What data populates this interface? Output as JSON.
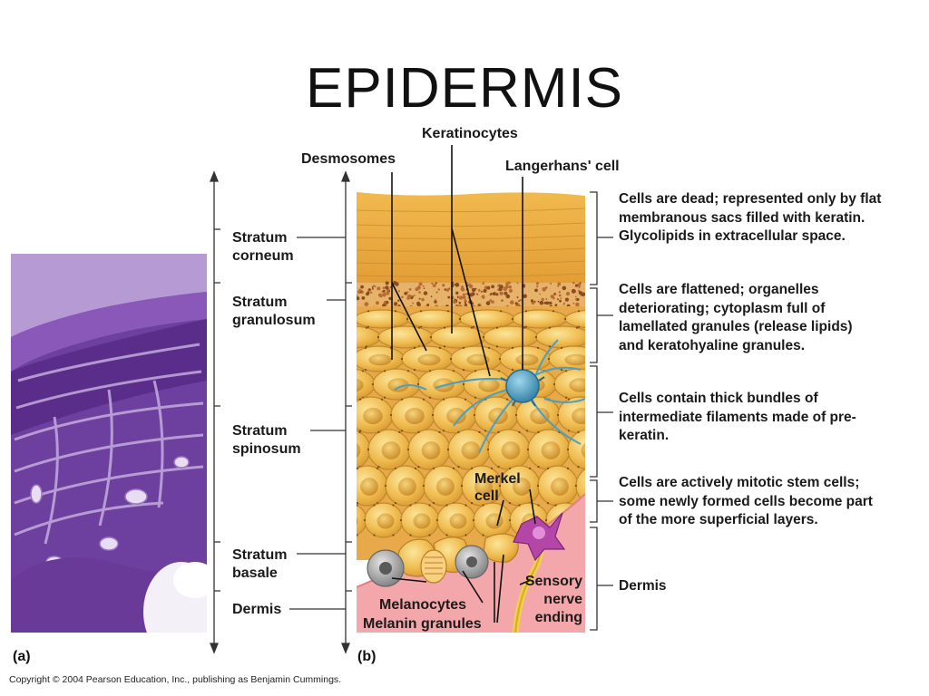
{
  "title": "EPIDERMIS",
  "panels": {
    "a": "(a)",
    "b": "(b)"
  },
  "layer_labels": {
    "corneum": "Stratum\ncorneum",
    "granulosum": "Stratum\ngranulosum",
    "spinosum": "Stratum\nspinosum",
    "basale": "Stratum\nbasale",
    "dermis": "Dermis"
  },
  "callouts": {
    "keratinocytes": "Keratinocytes",
    "desmosomes": "Desmosomes",
    "langerhans": "Langerhans' cell",
    "merkel": "Merkel\ncell",
    "melanocytes": "Melanocytes",
    "melanin": "Melanin granules",
    "sensory": "Sensory\nnerve\nending"
  },
  "descriptions": {
    "corneum": "Cells are dead; represented only by flat\nmembranous sacs filled with keratin.\nGlycolipids in extracellular space.",
    "granulosum": "Cells are flattened; organelles\ndeteriorating; cytoplasm full of\nlamellated granules (release lipids)\nand keratohyaline granules.",
    "spinosum": "Cells contain thick bundles of\nintermediate filaments made of pre-\nkeratin.",
    "basale": "Cells are actively mitotic stem cells;\nsome newly formed cells become part\nof the more superficial layers.",
    "dermis": "Dermis"
  },
  "copyright": "Copyright © 2004 Pearson Education, Inc., publishing as Benjamin Cummings.",
  "colors": {
    "micro_purple": "#7a4aa8",
    "corneum": "#e0a23a",
    "cell_fill": "#f2c25a",
    "cell_edge": "#c98f2a",
    "dermis_pink": "#f3a6a8",
    "langerhans": "#3a8fb5",
    "merkel": "#a23a9a",
    "melanocyte": "#9a9a9a"
  }
}
